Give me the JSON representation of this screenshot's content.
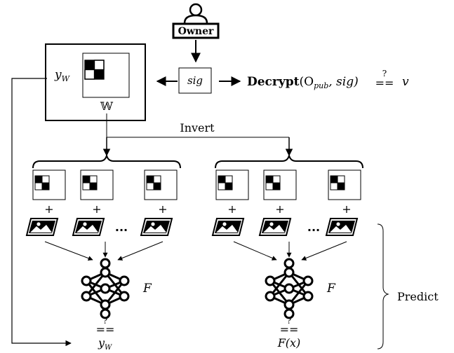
{
  "owner": {
    "label": "Owner"
  },
  "signature": {
    "label": "sig"
  },
  "decrypt": {
    "func": "Decrypt",
    "args_open": "(O",
    "args_sub": "pub",
    "args_rest": ", sig)",
    "q": "?",
    "eq": "==",
    "v": "v"
  },
  "watermark": {
    "y_label": "y",
    "y_sub": "W",
    "set_label": "𝕎"
  },
  "invert": {
    "label": "Invert"
  },
  "plus": "+",
  "ellipsis": "...",
  "model": {
    "label": "F"
  },
  "left_check": {
    "q": "?",
    "eq": "==",
    "y": "y",
    "y_sub": "W"
  },
  "right_check": {
    "q": "?",
    "eq": "==",
    "fx": "F(x)"
  },
  "predict": {
    "label": "Predict"
  },
  "colors": {
    "stroke": "#000000",
    "background": "#ffffff"
  }
}
